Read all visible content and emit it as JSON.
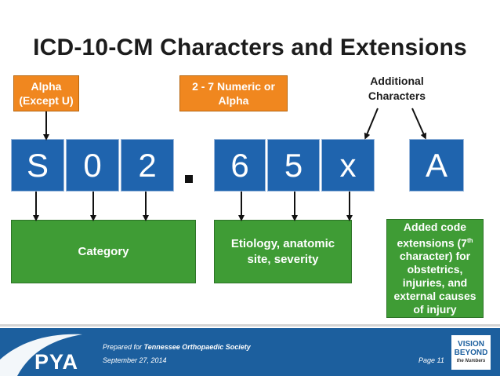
{
  "title": "ICD-10-CM Characters and Extensions",
  "labels": {
    "alpha_line1": "Alpha",
    "alpha_line2": "(Except U)",
    "numeric_line1": "2 - 7 Numeric or",
    "numeric_line2": "Alpha",
    "additional_line1": "Additional",
    "additional_line2": "Characters"
  },
  "code_chars": [
    "S",
    "0",
    "2",
    "6",
    "5",
    "x",
    "A"
  ],
  "descriptions": {
    "category": "Category",
    "etiology_line1": "Etiology, anatomic",
    "etiology_line2": "site, severity",
    "ext_line1": "Added code",
    "ext_line2a": "extensions (7",
    "ext_sup": "th",
    "ext_line3": "character) for",
    "ext_line4": "obstetrics,",
    "ext_line5": "injuries, and",
    "ext_line6": "external causes",
    "ext_line7": "of injury"
  },
  "footer": {
    "prepared_prefix": "Prepared for ",
    "prepared_org": "Tennessee Orthopaedic Society",
    "date": "September 27, 2014",
    "page": "Page 11",
    "logo_text": "PYA",
    "badge_line1": "VISION",
    "badge_line2": "BEYOND",
    "badge_tag": "the Numbers"
  },
  "colors": {
    "orange": "#f0871f",
    "blue": "#1f64ae",
    "green": "#3f9c35",
    "footer_blue": "#1c5f9e"
  }
}
